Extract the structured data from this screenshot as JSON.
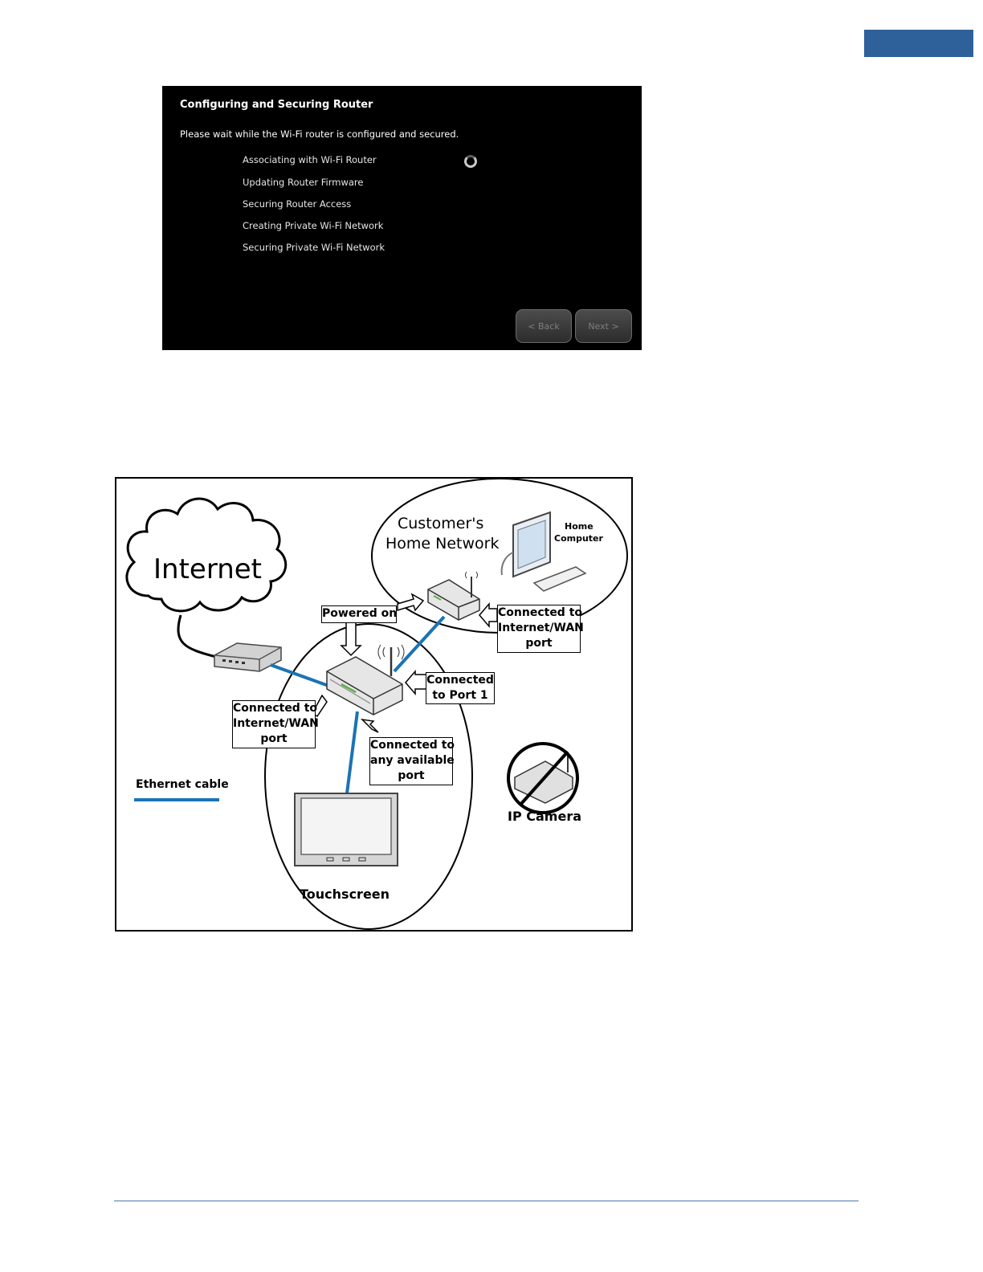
{
  "router_setup_screen": {
    "title": "Configuring and Securing Router",
    "instruction": "Please wait while the Wi-Fi router is configured and secured.",
    "steps": [
      "Associating with Wi-Fi Router",
      "Updating Router Firmware",
      "Securing Router Access",
      "Creating Private Wi-Fi Network",
      "Securing Private Wi-Fi Network"
    ],
    "back_label": "< Back",
    "next_label": "Next >"
  },
  "network_diagram": {
    "internet_label": "Internet",
    "home_network_label_line1": "Customer's",
    "home_network_label_line2": "Home Network",
    "home_computer_line1": "Home",
    "home_computer_line2": "Computer",
    "powered_on": "Powered on",
    "home_router_callout": [
      "Connected to",
      "Internet/WAN",
      "port"
    ],
    "port1_callout": [
      "Connected",
      "to Port 1"
    ],
    "modem_callout": [
      "Connected to",
      "Internet/WAN",
      "port"
    ],
    "any_port_callout": [
      "Connected to",
      "any available",
      "port"
    ],
    "ethernet_legend": "Ethernet cable",
    "ethernet_color": "#1a73b5",
    "ip_camera_label": "IP Camera",
    "touchscreen_label": "Touchscreen"
  }
}
